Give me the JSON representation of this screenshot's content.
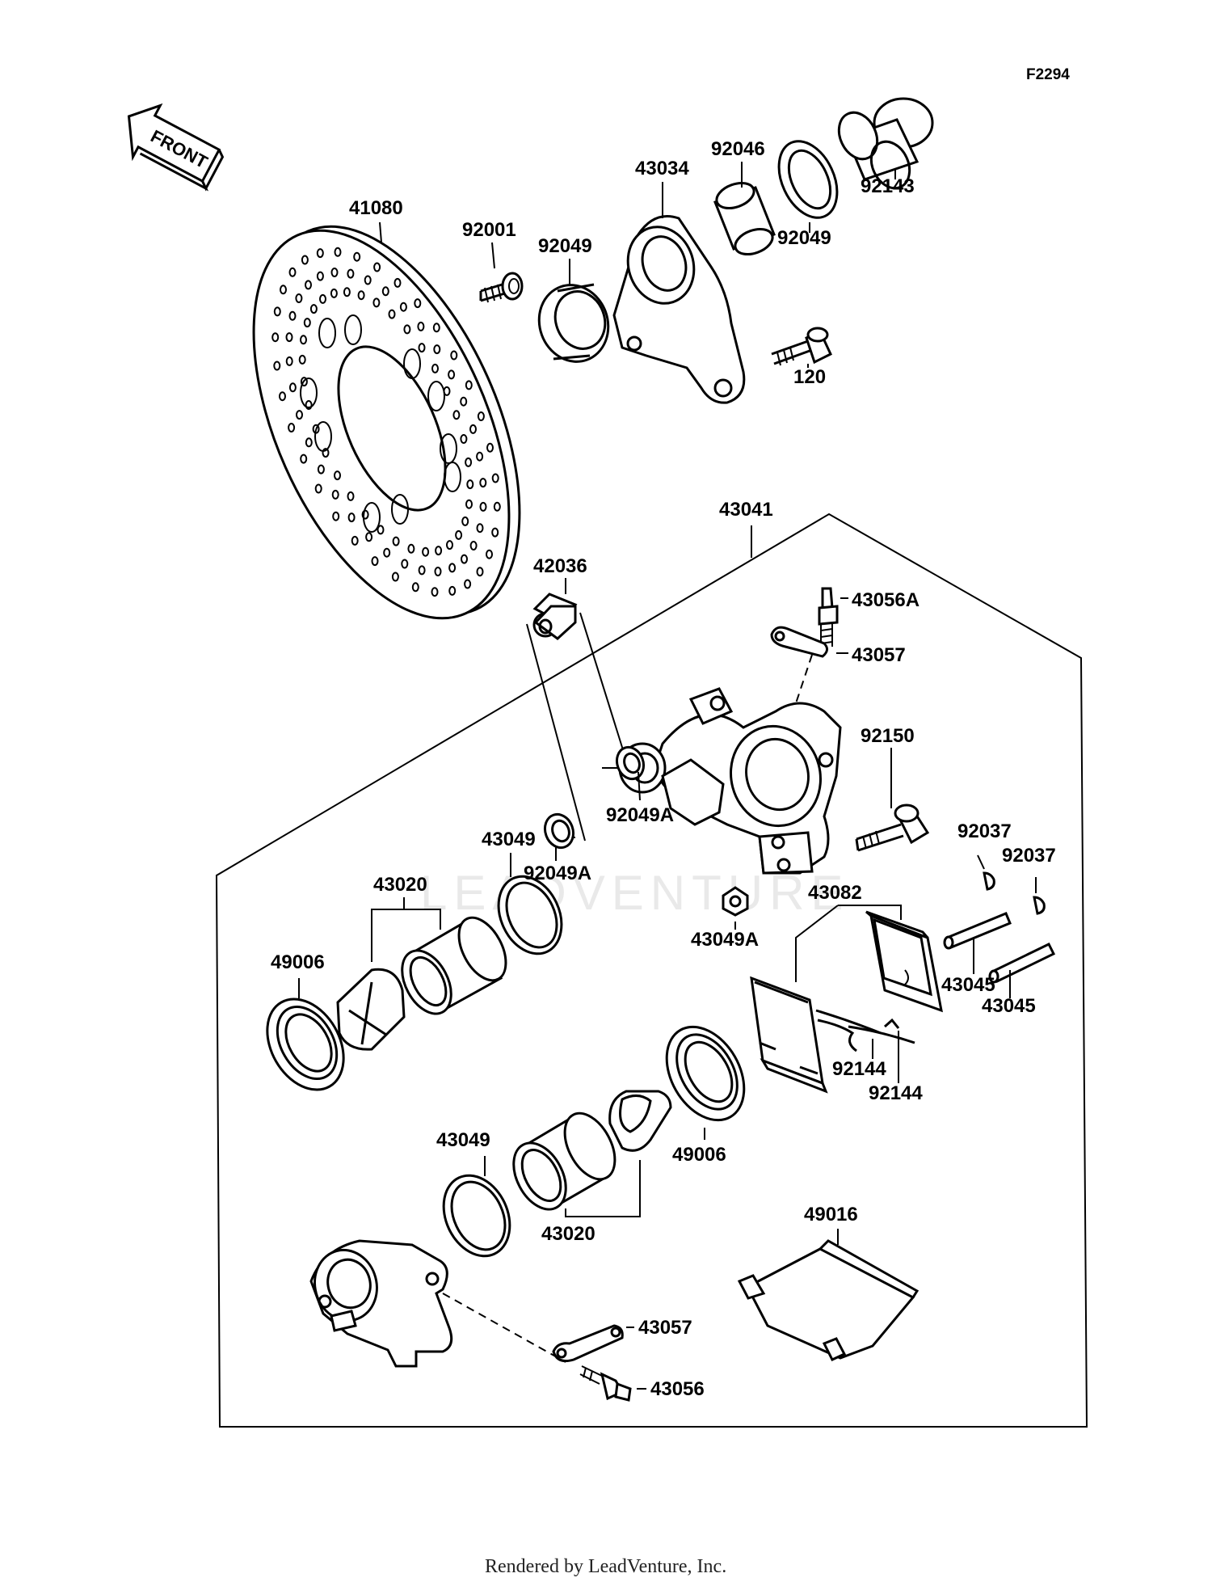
{
  "figure_code": "F2294",
  "front_arrow_label": "FRONT",
  "watermark": "LEADVENTURE",
  "footer_credit": "Rendered by LeadVenture, Inc.",
  "callouts": {
    "disc": "41080",
    "bolt_92001": "92001",
    "seal_92049_a": "92049",
    "bracket": "43034",
    "collar_92046": "92046",
    "seal_92049_b": "92049",
    "sleeve_92143": "92143",
    "bolt_120": "120",
    "caliper_assy": "43041",
    "collar_42036": "42036",
    "bleeder_43056A": "43056A",
    "cap_43057_top": "43057",
    "bolt_92150": "92150",
    "seal_92049A_right": "92049A",
    "seal_92049A_left": "92049A",
    "seal_43049_top": "43049",
    "piston_43020_top": "43020",
    "nut_43049A": "43049A",
    "pads_43082": "43082",
    "pin_92037_a": "92037",
    "pin_92037_b": "92037",
    "boot_49006_left": "49006",
    "pin_43045_a": "43045",
    "pin_43045_b": "43045",
    "spring_92144_a": "92144",
    "spring_92144_b": "92144",
    "boot_49006_right": "49006",
    "seal_43049_bottom": "43049",
    "piston_43020_bottom": "43020",
    "cover_49016": "49016",
    "cap_43057_bottom": "43057",
    "bleeder_43056": "43056"
  }
}
